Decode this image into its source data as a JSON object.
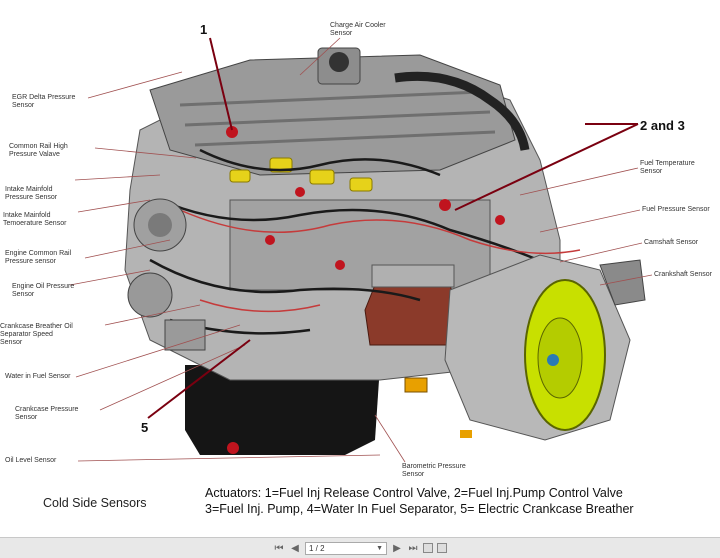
{
  "labels": {
    "charge_air_cooler": "Charge Air Cooler\nSensor",
    "egr_delta": "EGR Delta Pressure\nSensor",
    "common_rail_high": "Common Rail High\nPressure Valave",
    "intake_pressure": "Intake Mainfold\nPressure Sensor",
    "intake_temp": "Intake Mainfold\nTemoerature Sensor",
    "engine_common_rail": "Engine Common Rail\nPressure sensor",
    "engine_oil": "Engine Oil Pressure\nSensor",
    "crankcase_breather": "Crankcase Breather Oil\nSeparator Speed\nSensor",
    "water_in_fuel": "Water in Fuel Sensor",
    "crankcase_pressure": "Crankcase Pressure\nSensor",
    "oil_level": "Oil Level Sensor",
    "fuel_temp": "Fuel Temperature\nSensor",
    "fuel_pressure": "Fuel Pressure Sensor",
    "camshaft": "Camshaft Sensor",
    "crankshaft": "Crankshaft Sensor",
    "barometric": "Barometric Pressure\nSensor"
  },
  "numbers": {
    "n1": "1",
    "n23": "2 and 3",
    "n5": "5"
  },
  "caption": "Cold Side Sensors",
  "actuators_line1": "Actuators: 1=Fuel Inj Release Control Valve, 2=Fuel Inj.Pump Control Valve",
  "actuators_line2": "3=Fuel Inj. Pump, 4=Water In Fuel Separator, 5= Electric Crankcase Breather",
  "toolbar": {
    "page": "1 / 2"
  },
  "colors": {
    "accent": "#8b0000",
    "flywheel": "#c8e000",
    "engine_grey": "#b8b8b8",
    "oil_pan": "#111111",
    "leader": "#a05050"
  },
  "icons": [
    "first-page-icon",
    "prev-page-icon",
    "next-page-icon",
    "last-page-icon",
    "copy-icon",
    "print-icon"
  ]
}
